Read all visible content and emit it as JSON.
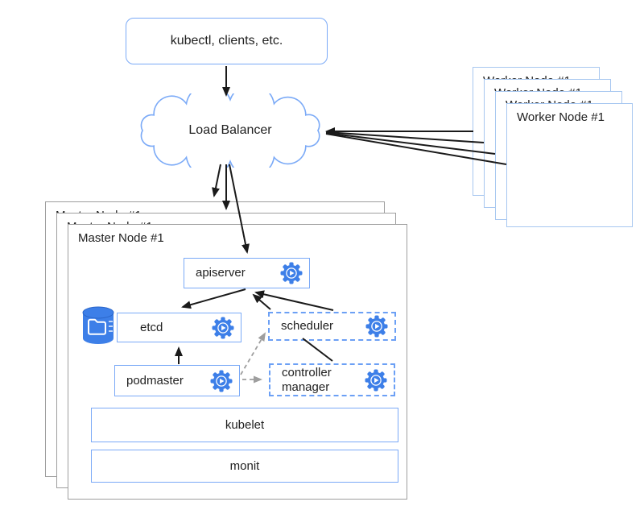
{
  "client_box": {
    "label": "kubectl, clients, etc."
  },
  "load_balancer": {
    "label": "Load Balancer"
  },
  "worker_stack": {
    "labels": [
      "Worker Node #1",
      "Worker Node #1",
      "Worker Node #1",
      "Worker Node #1"
    ]
  },
  "master_stack": {
    "labels": [
      "Master Node #1",
      "Master Node #1",
      "Master Node #1"
    ]
  },
  "components": {
    "apiserver": {
      "label": "apiserver"
    },
    "etcd": {
      "label": "etcd"
    },
    "scheduler": {
      "label": "scheduler"
    },
    "podmaster": {
      "label": "podmaster"
    },
    "controller_manager": {
      "label": "controller manager"
    },
    "kubelet": {
      "label": "kubelet"
    },
    "monit": {
      "label": "monit"
    }
  },
  "icons": {
    "gear": "gear-play-icon",
    "etcd_storage": "database-cylinder-icon",
    "folder": "folder-icon"
  },
  "colors": {
    "component_blue": "#3d7fe8",
    "box_border_blue": "#7baaf7",
    "dashed_border_blue": "#6ca0f5",
    "worker_border_blue": "#a7c7f0",
    "master_border_gray": "#9e9e9e",
    "arrow_black": "#1a1a1a",
    "arrow_gray": "#9e9e9e",
    "text": "#212121"
  }
}
